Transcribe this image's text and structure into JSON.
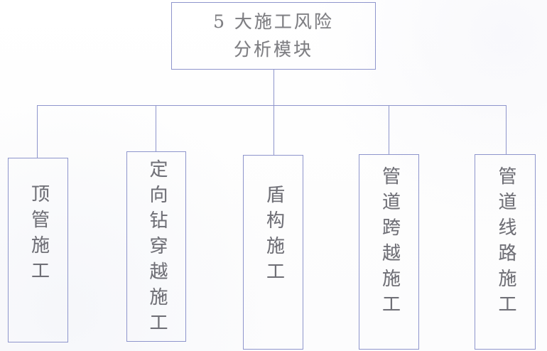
{
  "diagram": {
    "type": "tree",
    "title": "5 大施工风险分析模块",
    "orientation": "top-down",
    "line_color": "#8e95cc",
    "text_color": "#6f6f76",
    "background_color": "#fdfdfd",
    "root": {
      "label_line1": "5 大施工风险",
      "label_line2": "分析模块",
      "full_label": "5 大施工风险分析模块"
    },
    "children": [
      {
        "label": "顶管施工"
      },
      {
        "label": "定向钻穿越施工"
      },
      {
        "label": "盾构施工"
      },
      {
        "label": "管道跨越施工"
      },
      {
        "label": "管道线路施工"
      }
    ]
  }
}
